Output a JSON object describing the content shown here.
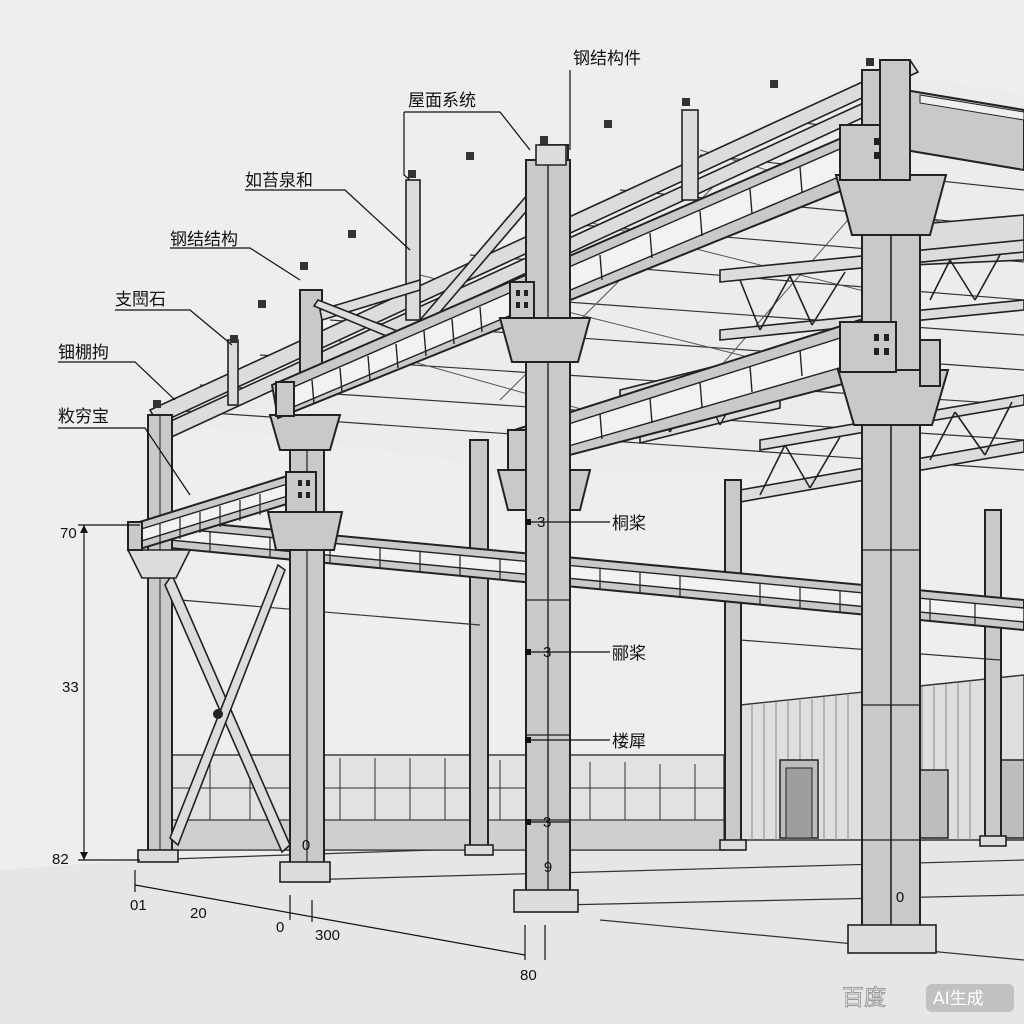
{
  "labels": {
    "top_center": "钢结构件",
    "roof_system": "屋面系统",
    "left_1": "如苔泉和",
    "left_2": "钢结结构",
    "left_3": "支閚石",
    "left_4": "钿棚拘",
    "left_5": "敉穷宝",
    "right_1": "桐桨",
    "right_2": "郦桨",
    "right_3": "楼犀"
  },
  "dimensions": {
    "h_top": "70",
    "h_mid": "33",
    "h_base": "82",
    "b_1": "01",
    "b_2": "20",
    "b_3": "0",
    "b_4": "300",
    "b_5": "80",
    "col_mark": "3"
  },
  "watermark": {
    "brand": "百度",
    "badge": "AI生成"
  }
}
